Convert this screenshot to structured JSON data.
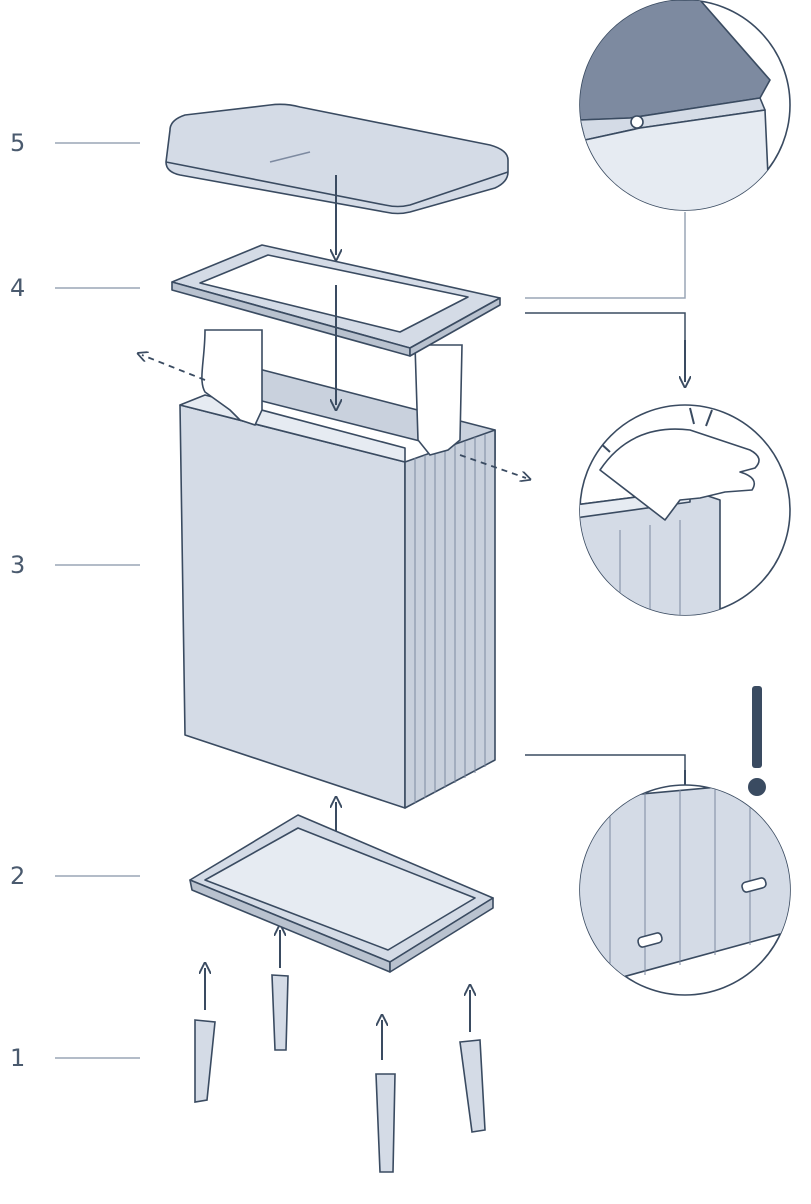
{
  "diagram": {
    "parts": [
      {
        "number": "5",
        "name": "lid"
      },
      {
        "number": "4",
        "name": "frame-ring"
      },
      {
        "number": "3",
        "name": "body"
      },
      {
        "number": "2",
        "name": "base-tray"
      },
      {
        "number": "1",
        "name": "legs"
      }
    ],
    "warning_symbol": "!",
    "colors": {
      "line": "#3a4b61",
      "fill": "#d4dbe6",
      "fill_dark": "#7d8aa0",
      "fill_light": "#e6ebf2",
      "label": "#4a5a6e"
    }
  }
}
